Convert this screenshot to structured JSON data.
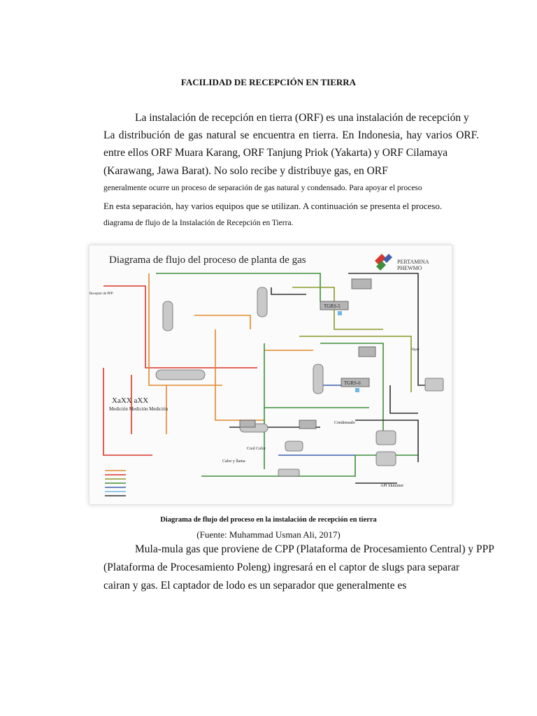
{
  "title": "FACILIDAD DE RECEPCIÓN EN TIERRA",
  "intro": [
    "La instalación de recepción en tierra (ORF) es una instalación de recepción y",
    "La distribución de gas natural se encuentra en tierra. En Indonesia, hay varios ORF.",
    "entre ellos ORF Muara Karang, ORF Tanjung Priok (Yakarta) y ORF Cilamaya",
    "(Karawang, Jawa Barat). No solo recibe y distribuye gas, en ORF",
    "generalmente ocurre un proceso de separación de gas natural y condensado. Para apoyar el proceso",
    "En esta separación, hay varios equipos que se utilizan. A continuación se presenta el proceso.",
    "diagrama de flujo de la Instalación de Recepción en Tierra."
  ],
  "figure": {
    "title": "Diagrama de flujo del proceso de planta de gas",
    "logo_text": [
      "PERTAMINA",
      "PHEWMO"
    ],
    "labels": {
      "receiver": "Receptor de PPP",
      "tgrs5": "TGRS-5",
      "tgrs6": "TGRS-6",
      "api_skimmer": "API Skimmer",
      "xaxx": "XaXX aXX",
      "medicion": "Medición Medición Medición",
      "condensado": "Condensado",
      "calor": "Calor y llama",
      "cool_color": "Cool Color",
      "vapor": "Vapor"
    },
    "colors": {
      "red": "#d9362b",
      "orange": "#e08a2c",
      "green": "#3f8f3a",
      "olive": "#8b9a2a",
      "blue": "#3d5fb0",
      "dark": "#333333",
      "gray": "#8c8c8c"
    }
  },
  "caption": "Diagrama de flujo del proceso en la instalación de recepción en tierra",
  "source": "(Fuente: Muhammad Usman Ali, 2017)",
  "body": [
    "Mula-mula gas que proviene de CPP (Plataforma de Procesamiento Central) y PPP",
    "(Plataforma de Procesamiento Poleng) ingresará en el captor de slugs para separar",
    "cairan y gas. El captador de lodo es un separador que generalmente es"
  ]
}
